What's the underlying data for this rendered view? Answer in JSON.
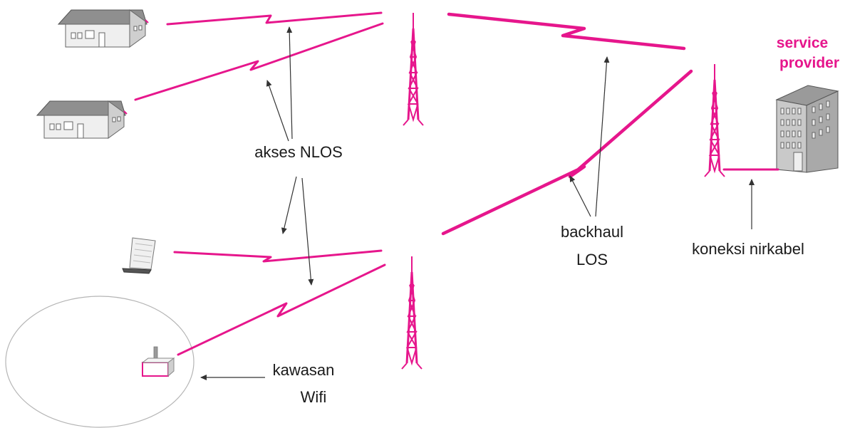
{
  "colors": {
    "accent": "#e6168c",
    "arrow": "#333333",
    "text": "#1a1a1a",
    "roof": "#8f8f8f",
    "wall": "#efefef",
    "building": "#c9c9c9",
    "ellipse": "#b5b5b5"
  },
  "labels": {
    "nlos_access": "akses NLOS",
    "backhaul_line1": "backhaul",
    "backhaul_line2": "LOS",
    "wireless_connection": "koneksi nirkabel",
    "wifi_area_line1": "kawasan",
    "wifi_area_line2": "Wifi",
    "service_provider_line1": "service",
    "service_provider_line2": "provider"
  },
  "icons": [
    "house-icon",
    "laptop-icon",
    "wifi-router-icon",
    "radio-tower-icon",
    "office-building-icon"
  ]
}
